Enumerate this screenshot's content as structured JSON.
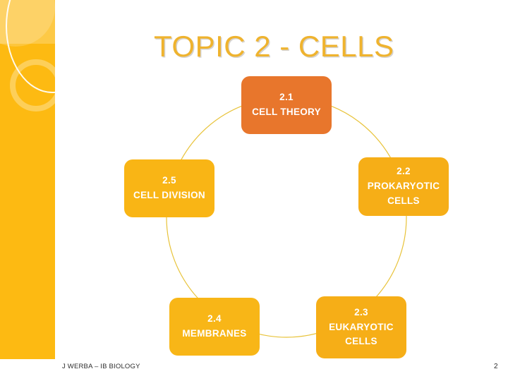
{
  "slide": {
    "title": "TOPIC 2 - CELLS",
    "background_color": "#FFFFFF",
    "accent_color": "#FDBA12",
    "title_color": "#EFB32E"
  },
  "sidebar": {
    "name": "decorative-sidebar",
    "color": "#FDBA12",
    "shapes": [
      "tint-rectangle",
      "circle-blob",
      "gold-ring",
      "white-ring-arc"
    ]
  },
  "diagram": {
    "type": "cycle",
    "ring_color": "#E8C33A",
    "nodes": [
      {
        "id": "2.1",
        "number": "2.1",
        "label": "CELL THEORY",
        "color": "#E8762C",
        "position": "top"
      },
      {
        "id": "2.2",
        "number": "2.2",
        "label": "PROKARYOTIC CELLS",
        "color": "#F6AE17",
        "position": "right"
      },
      {
        "id": "2.3",
        "number": "2.3",
        "label": "EUKARYOTIC CELLS",
        "color": "#F6AE17",
        "position": "bottom-right"
      },
      {
        "id": "2.4",
        "number": "2.4",
        "label": "MEMBRANES",
        "color": "#F8B617",
        "position": "bottom-left"
      },
      {
        "id": "2.5",
        "number": "2.5",
        "label": "CELL DIVISION",
        "color": "#F9B515",
        "position": "left"
      }
    ]
  },
  "footer": {
    "note": "J WERBA – IB BIOLOGY",
    "page_number": "2"
  }
}
